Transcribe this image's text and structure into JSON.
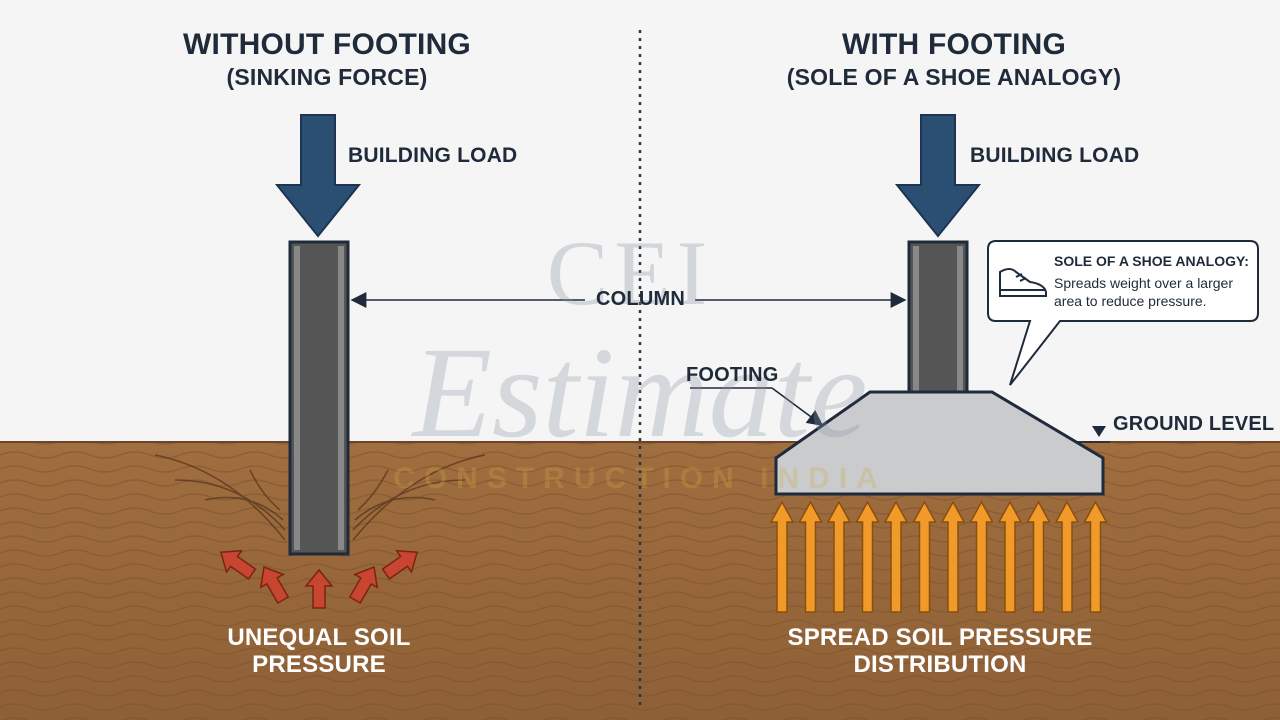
{
  "left_panel": {
    "title": "WITHOUT FOOTING",
    "subtitle": "(SINKING FORCE)",
    "load_label": "BUILDING LOAD",
    "pressure_label_line1": "UNEQUAL SOIL",
    "pressure_label_line2": "PRESSURE"
  },
  "right_panel": {
    "title": "WITH FOOTING",
    "subtitle": "(SOLE OF A SHOE ANALOGY)",
    "load_label": "BUILDING LOAD",
    "footing_label": "FOOTING",
    "ground_label": "GROUND LEVEL",
    "pressure_label_line1": "SPREAD SOIL PRESSURE",
    "pressure_label_line2": "DISTRIBUTION",
    "callout": {
      "heading": "SOLE OF A SHOE ANALOGY:",
      "text": "Spreads weight over a larger area to reduce pressure."
    }
  },
  "shared": {
    "column_label": "COLUMN"
  },
  "watermark": {
    "logo": "CEI",
    "name": "Estimate",
    "tagline": "CONSTRUCTION INDIA"
  },
  "colors": {
    "background": "#f4f5f4",
    "soil": "#9a6a3c",
    "soil_wave": "#7d5230",
    "load_arrow": "#2b4f73",
    "column": "#5a5a5a",
    "footing": "#c9cbcd",
    "red_arrow": "#c8452f",
    "orange_arrow": "#f19a2a",
    "text": "#1f2a3a"
  }
}
